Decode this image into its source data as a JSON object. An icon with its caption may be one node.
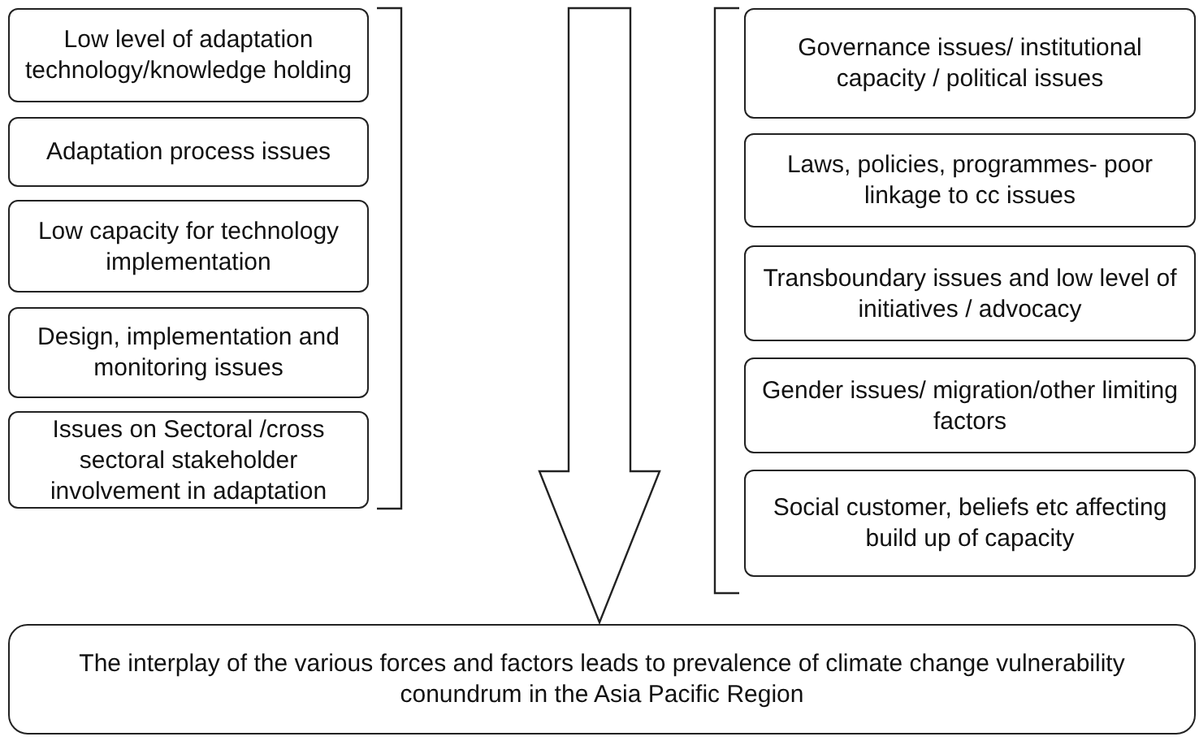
{
  "diagram": {
    "nodes": [
      {
        "text": [
          "Low level of adaptation technology/knowledge holding"
        ]
      },
      {
        "text": [
          "Adaptation process issues"
        ]
      },
      {
        "text": [
          "Low capacity for technology implementation"
        ]
      },
      {
        "text": [
          "Design, implementation and monitoring issues"
        ]
      },
      {
        "text": [
          "Issues on Sectoral /cross sectoral stakeholder involvement in adaptation"
        ]
      },
      {
        "text": [
          "Governance issues/ institutional capacity / political issues"
        ]
      },
      {
        "text": [
          "Laws, policies, programmes- poor linkage to cc issues"
        ]
      },
      {
        "text": [
          "Transboundary issues and low level of initiatives / advocacy"
        ]
      },
      {
        "text": [
          "Gender issues/ migration/other limiting factors"
        ]
      },
      {
        "text": [
          "Social customer, beliefs etc affecting build up of capacity"
        ]
      },
      {
        "text": [
          "The interplay of the various forces and factors leads to prevalence of climate change vulnerability conundrum in the Asia Pacific Region"
        ]
      }
    ],
    "edges": [
      {
        "from": null,
        "to": 10,
        "arrow": "to"
      }
    ]
  }
}
